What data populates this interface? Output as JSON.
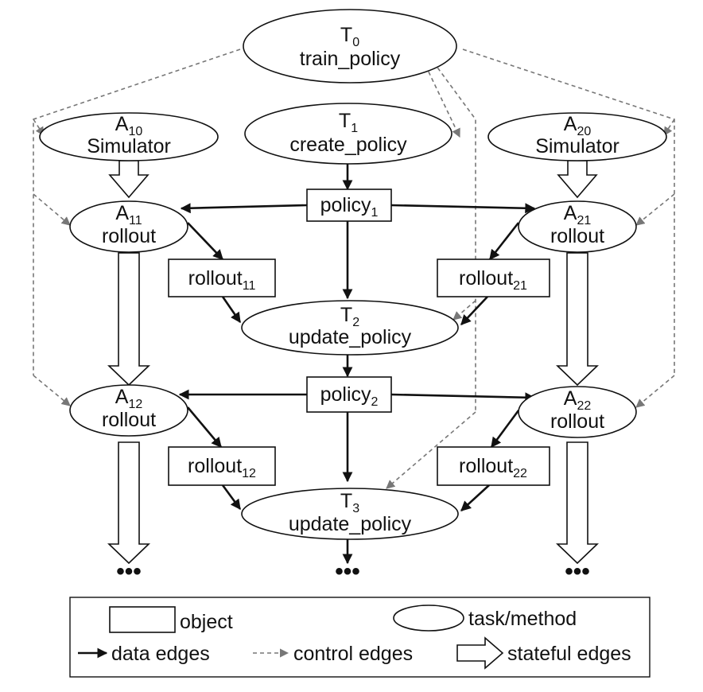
{
  "nodes": {
    "t0": {
      "name": "T",
      "sub": "0",
      "label": "train_policy"
    },
    "t1": {
      "name": "T",
      "sub": "1",
      "label": "create_policy"
    },
    "t2": {
      "name": "T",
      "sub": "2",
      "label": "update_policy"
    },
    "t3": {
      "name": "T",
      "sub": "3",
      "label": "update_policy"
    },
    "a10": {
      "name": "A",
      "sub": "10",
      "label": "Simulator"
    },
    "a20": {
      "name": "A",
      "sub": "20",
      "label": "Simulator"
    },
    "a11": {
      "name": "A",
      "sub": "11",
      "label": "rollout"
    },
    "a21": {
      "name": "A",
      "sub": "21",
      "label": "rollout"
    },
    "a12": {
      "name": "A",
      "sub": "12",
      "label": "rollout"
    },
    "a22": {
      "name": "A",
      "sub": "22",
      "label": "rollout"
    }
  },
  "objects": {
    "policy1": {
      "name": "policy",
      "sub": "1"
    },
    "policy2": {
      "name": "policy",
      "sub": "2"
    },
    "rollout11": {
      "name": "rollout",
      "sub": "11"
    },
    "rollout21": {
      "name": "rollout",
      "sub": "21"
    },
    "rollout12": {
      "name": "rollout",
      "sub": "12"
    },
    "rollout22": {
      "name": "rollout",
      "sub": "22"
    }
  },
  "ellipsis": "•••",
  "legend": {
    "object": "object",
    "task": "task/method",
    "data_edges": "data edges",
    "control_edges": "control edges",
    "stateful_edges": "stateful edges"
  }
}
